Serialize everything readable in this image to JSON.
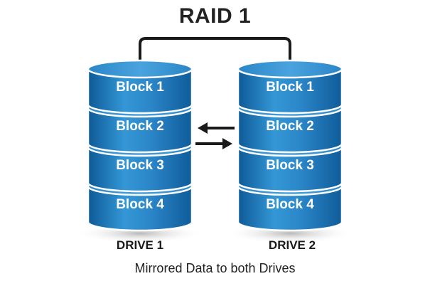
{
  "title": "RAID 1",
  "caption": "Mirrored Data to both Drives",
  "drives": [
    {
      "label": "DRIVE 1",
      "blocks": [
        "Block 1",
        "Block 2",
        "Block 3",
        "Block 4"
      ]
    },
    {
      "label": "DRIVE 2",
      "blocks": [
        "Block 1",
        "Block 2",
        "Block 3",
        "Block 4"
      ]
    }
  ],
  "colors": {
    "cylinder_dark": "#1166a8",
    "cylinder_mid": "#2c8ccf",
    "cylinder_light": "#6bb6e6",
    "top_ellipse": "#3a94d2",
    "outline": "#ffffff",
    "connector": "#1a1a1a",
    "arrows": "#1a1a1a"
  },
  "icons": {
    "arrow_left": "arrow-left-icon",
    "arrow_right": "arrow-right-icon"
  }
}
